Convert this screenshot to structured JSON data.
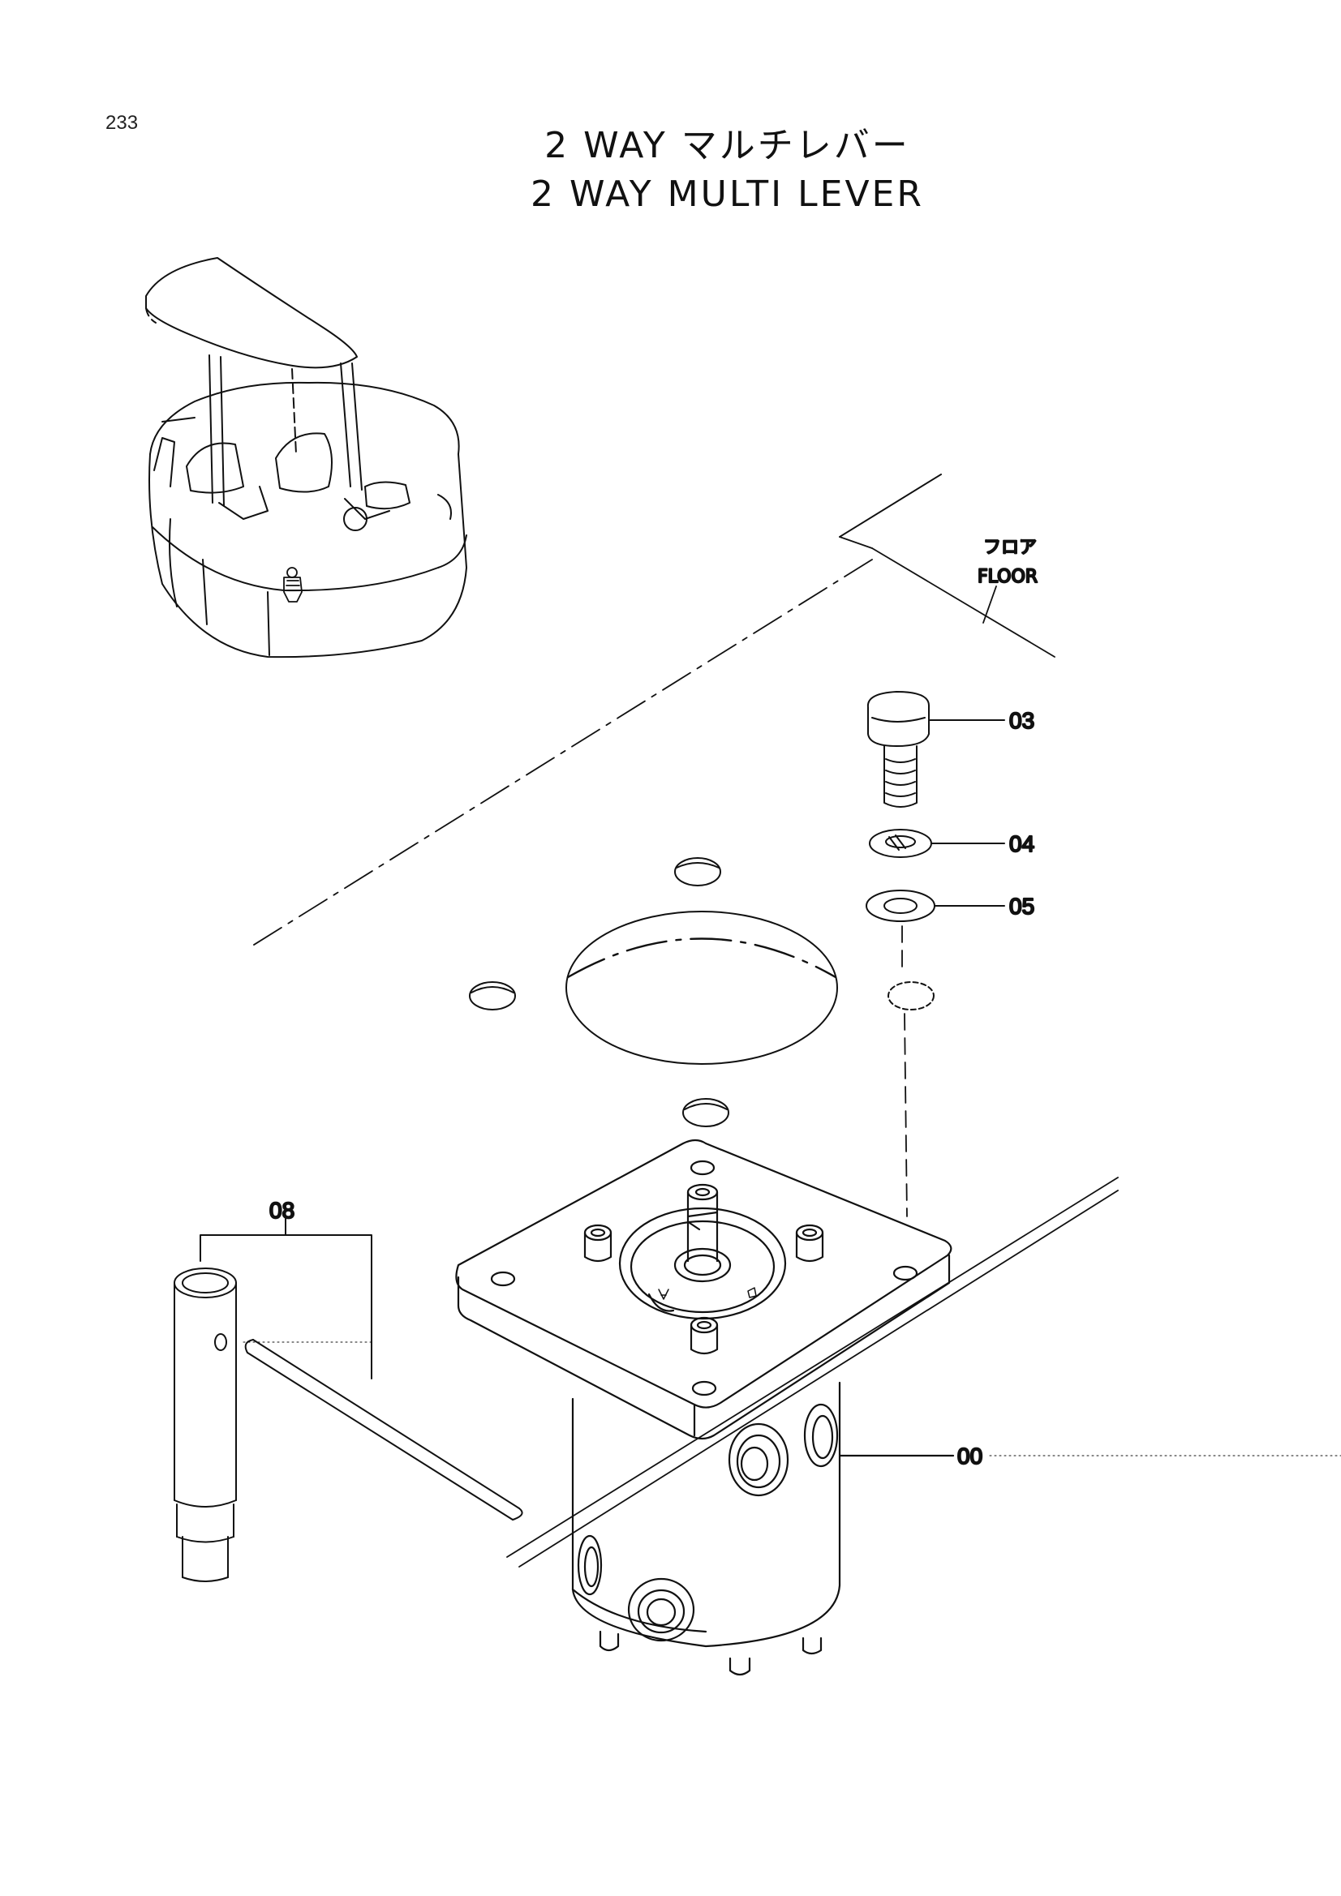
{
  "page": {
    "number": "233",
    "title_jp": "2 WAY マルチレバー",
    "title_en": "2 WAY MULTI LEVER"
  },
  "floor": {
    "label_jp": "フロア",
    "label_en": "FLOOR"
  },
  "callouts": {
    "bolt": "03",
    "lock_washer": "04",
    "washer": "05",
    "lever_assembly": "08",
    "valve": "00"
  }
}
